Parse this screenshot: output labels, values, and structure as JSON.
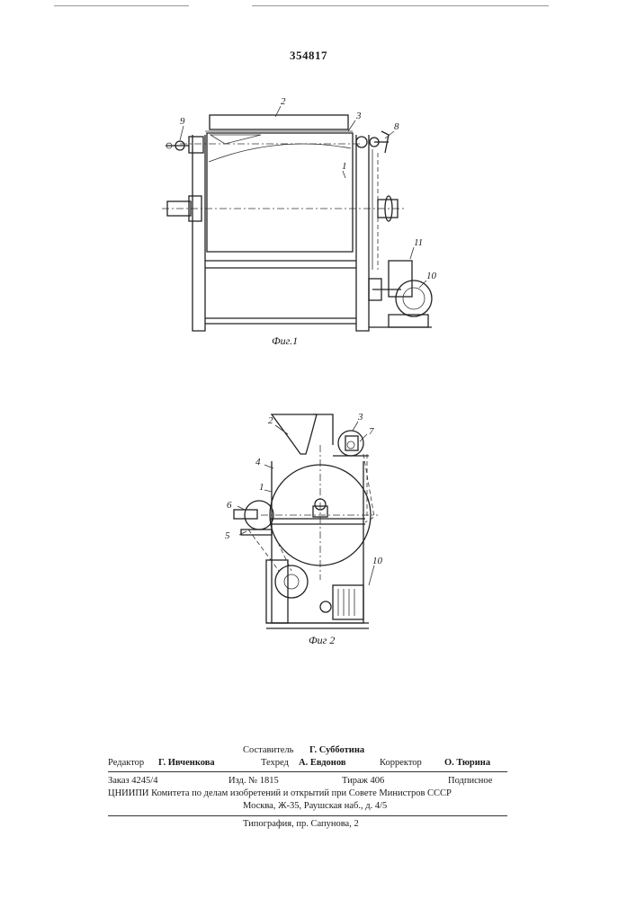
{
  "page": {
    "number": "354817"
  },
  "figure1": {
    "caption": "Фиг.1",
    "labels": {
      "l1": "1",
      "l2": "2",
      "l3": "3",
      "l8": "8",
      "l9": "9",
      "l10": "10",
      "l11": "11"
    }
  },
  "figure2": {
    "caption": "Фиг 2",
    "labels": {
      "l1": "1",
      "l2": "2",
      "l3": "3",
      "l4": "4",
      "l5": "5",
      "l6": "6",
      "l7": "7",
      "l10": "10"
    }
  },
  "imprint": {
    "compiler_role": "Составитель",
    "compiler_name": "Г. Субботина",
    "editor_role": "Редактор",
    "editor_name": "Г. Ивченкова",
    "techred_role": "Техред",
    "techred_name": "А. Евдонов",
    "corrector_role": "Корректор",
    "corrector_name": "О. Тюрина",
    "order": "Заказ 4245/4",
    "edition": "Изд. № 1815",
    "print_run": "Тираж 406",
    "subscription": "Подписное",
    "institute": "ЦНИИПИ Комитета по делам изобретений и открытий при Совете Министров СССР",
    "address": "Москва, Ж-35, Раушская наб., д. 4/5",
    "printing_house": "Типография, пр. Сапунова, 2"
  }
}
